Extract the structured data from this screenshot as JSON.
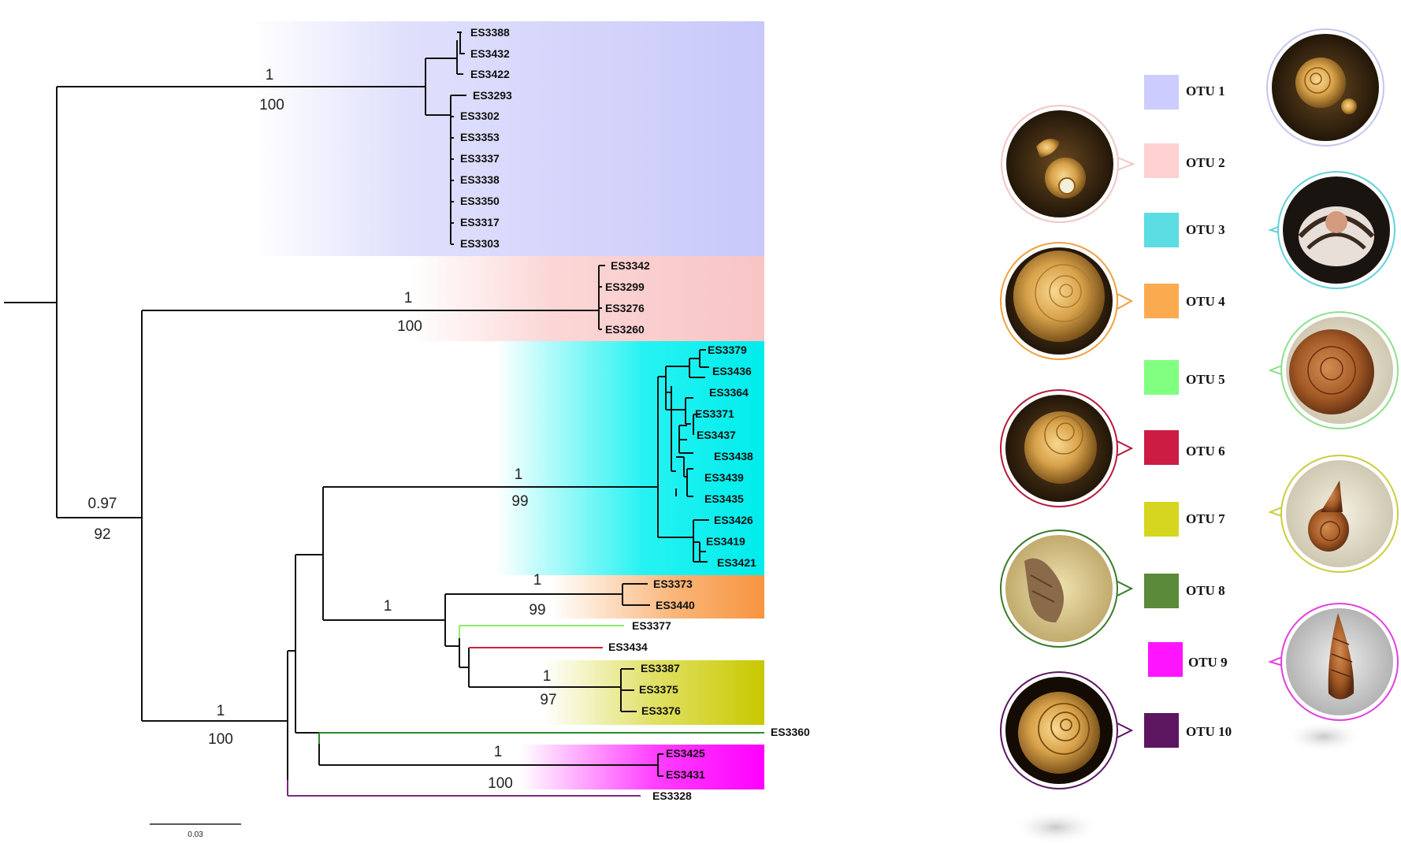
{
  "tree": {
    "scale_label": "0.03",
    "taxa": [
      "ES3388",
      "ES3432",
      "ES3422",
      "ES3293",
      "ES3302",
      "ES3353",
      "ES3337",
      "ES3338",
      "ES3350",
      "ES3317",
      "ES3303",
      "ES3342",
      "ES3299",
      "ES3276",
      "ES3260",
      "ES3379",
      "ES3436",
      "ES3364",
      "ES3371",
      "ES3437",
      "ES3438",
      "ES3439",
      "ES3435",
      "ES3426",
      "ES3419",
      "ES3421",
      "ES3373",
      "ES3440",
      "ES3377",
      "ES3434",
      "ES3387",
      "ES3375",
      "ES3376",
      "ES3360",
      "ES3425",
      "ES3431",
      "ES3328"
    ],
    "support": [
      {
        "top": "1",
        "bottom": "100"
      },
      {
        "top": "1",
        "bottom": "100"
      },
      {
        "top": "0.97",
        "bottom": "92"
      },
      {
        "top": "1",
        "bottom": "99"
      },
      {
        "top": "1",
        "bottom": "99"
      },
      {
        "top": "1",
        "bottom": ""
      },
      {
        "top": "1",
        "bottom": "97"
      },
      {
        "top": "1",
        "bottom": "100"
      },
      {
        "top": "1",
        "bottom": "100"
      }
    ]
  },
  "legend": [
    {
      "label": "OTU 1",
      "color": "#ccccff"
    },
    {
      "label": "OTU 2",
      "color": "#ffd0d0"
    },
    {
      "label": "OTU 3",
      "color": "#5cdde3"
    },
    {
      "label": "OTU 4",
      "color": "#fbab4f"
    },
    {
      "label": "OTU 5",
      "color": "#80ff80"
    },
    {
      "label": "OTU 6",
      "color": "#cc1c44"
    },
    {
      "label": "OTU 7",
      "color": "#d6d620"
    },
    {
      "label": "OTU 8",
      "color": "#5a8a3a"
    },
    {
      "label": "OTU 9",
      "color": "#ff14ff"
    },
    {
      "label": "OTU 10",
      "color": "#5c1660"
    }
  ],
  "colors": {
    "otu1_band": "#d2d2fb",
    "otu2_band": "#fbcccc",
    "otu3_band": "#00f0f0",
    "otu4_band": "#f89a48",
    "otu7_band": "#cccc00",
    "otu9_band": "#ff00ff",
    "branch": "#111111",
    "otu5_branch": "#88ee66",
    "otu6_branch": "#d0203e",
    "otu8_branch": "#2e8b2e",
    "otu10_branch": "#7a2a80"
  },
  "photos": [
    {
      "otu": "OTU 1",
      "icon": "snail-shell-icon"
    },
    {
      "otu": "OTU 2",
      "icon": "snail-shell-icon"
    },
    {
      "otu": "OTU 3",
      "icon": "snail-shell-icon"
    },
    {
      "otu": "OTU 4",
      "icon": "snail-shell-icon"
    },
    {
      "otu": "OTU 5",
      "icon": "snail-shell-icon"
    },
    {
      "otu": "OTU 6",
      "icon": "snail-shell-icon"
    },
    {
      "otu": "OTU 7",
      "icon": "snail-shell-icon"
    },
    {
      "otu": "OTU 8",
      "icon": "snail-shell-icon"
    },
    {
      "otu": "OTU 9",
      "icon": "snail-shell-icon"
    },
    {
      "otu": "OTU 10",
      "icon": "snail-shell-icon"
    }
  ]
}
